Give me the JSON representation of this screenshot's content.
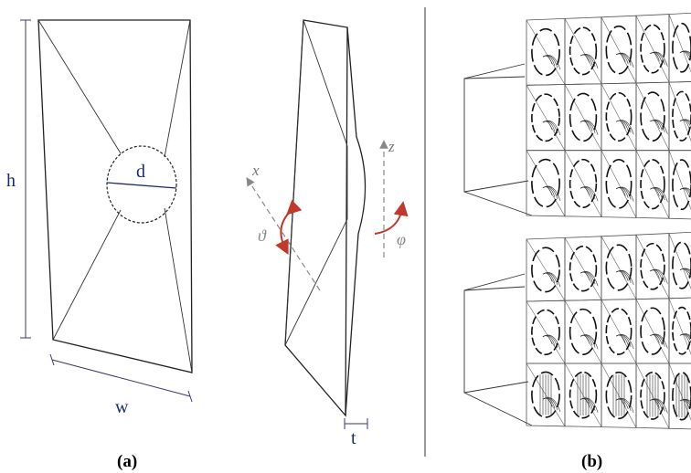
{
  "panel_a": {
    "labels": {
      "h": "h",
      "d": "d",
      "w": "w",
      "t": "t"
    },
    "axes": {
      "x": "x",
      "z": "z"
    },
    "angles": {
      "theta": "ϑ",
      "phi": "φ"
    },
    "caption": "(a)"
  },
  "panel_b": {
    "caption": "(b)",
    "grids": [
      {
        "rows": 3,
        "cols": 5,
        "description_hidden": true
      },
      {
        "rows": 3,
        "cols": 5,
        "description_hidden": true
      }
    ]
  },
  "colors": {
    "dimension_text": "#1f2a6b",
    "rotation_arrow": "#c0392b",
    "axis": "#888888"
  }
}
